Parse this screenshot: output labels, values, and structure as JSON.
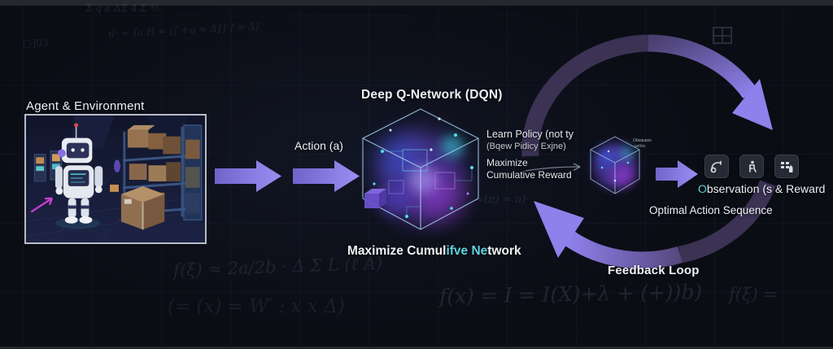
{
  "agent_environment": {
    "label": "Agent & Environment"
  },
  "flow": {
    "action_label": "Action (a)",
    "observation_prefix": "O",
    "observation_rest": "bservation (s & Reward",
    "optimal_label": "Optimal Action Sequence",
    "feedback_label": "Feedback Loop"
  },
  "dqn": {
    "title": "Deep Q-Network (DQN)",
    "policy_line1": "Learn Policy (not ty",
    "policy_line2": "(Bqew Pidicy Exjne)",
    "policy_line3": "Maximize",
    "policy_line4": "Cumulative Reward",
    "caption_part1": "Maximize Cumul",
    "caption_part2": "ifve Ne",
    "caption_part3": "twork"
  },
  "small_cube": {
    "tiny_label_1": "Obsquuos",
    "tiny_label_2": "ustlris"
  },
  "icons": [
    {
      "name": "robot-arm-icon"
    },
    {
      "name": "agent-figure-icon"
    },
    {
      "name": "inventory-grid-icon"
    }
  ],
  "background": {
    "formulas": [
      "Σ q a ΔΣ 4 Σ ⅘",
      "6ˣ ≈ ∫a  H ≈ (∫ +q ≈ Δ∫∫  f ≈ Δ)",
      "□]03",
      "f(ξ) ≈  2a/2b · Δ Σ L (ℓ A)",
      "(= (x) = W′ : x x Δ)",
      "f(x) = I = I(X)+λ  + (+))b)",
      "f(ξ) =",
      "≈(π) = π)·"
    ]
  },
  "colors": {
    "accent_purple": "#8d7ee9",
    "arc_dark": "#3b3254",
    "teal": "#5fd3df",
    "magenta": "#c43ed0"
  }
}
